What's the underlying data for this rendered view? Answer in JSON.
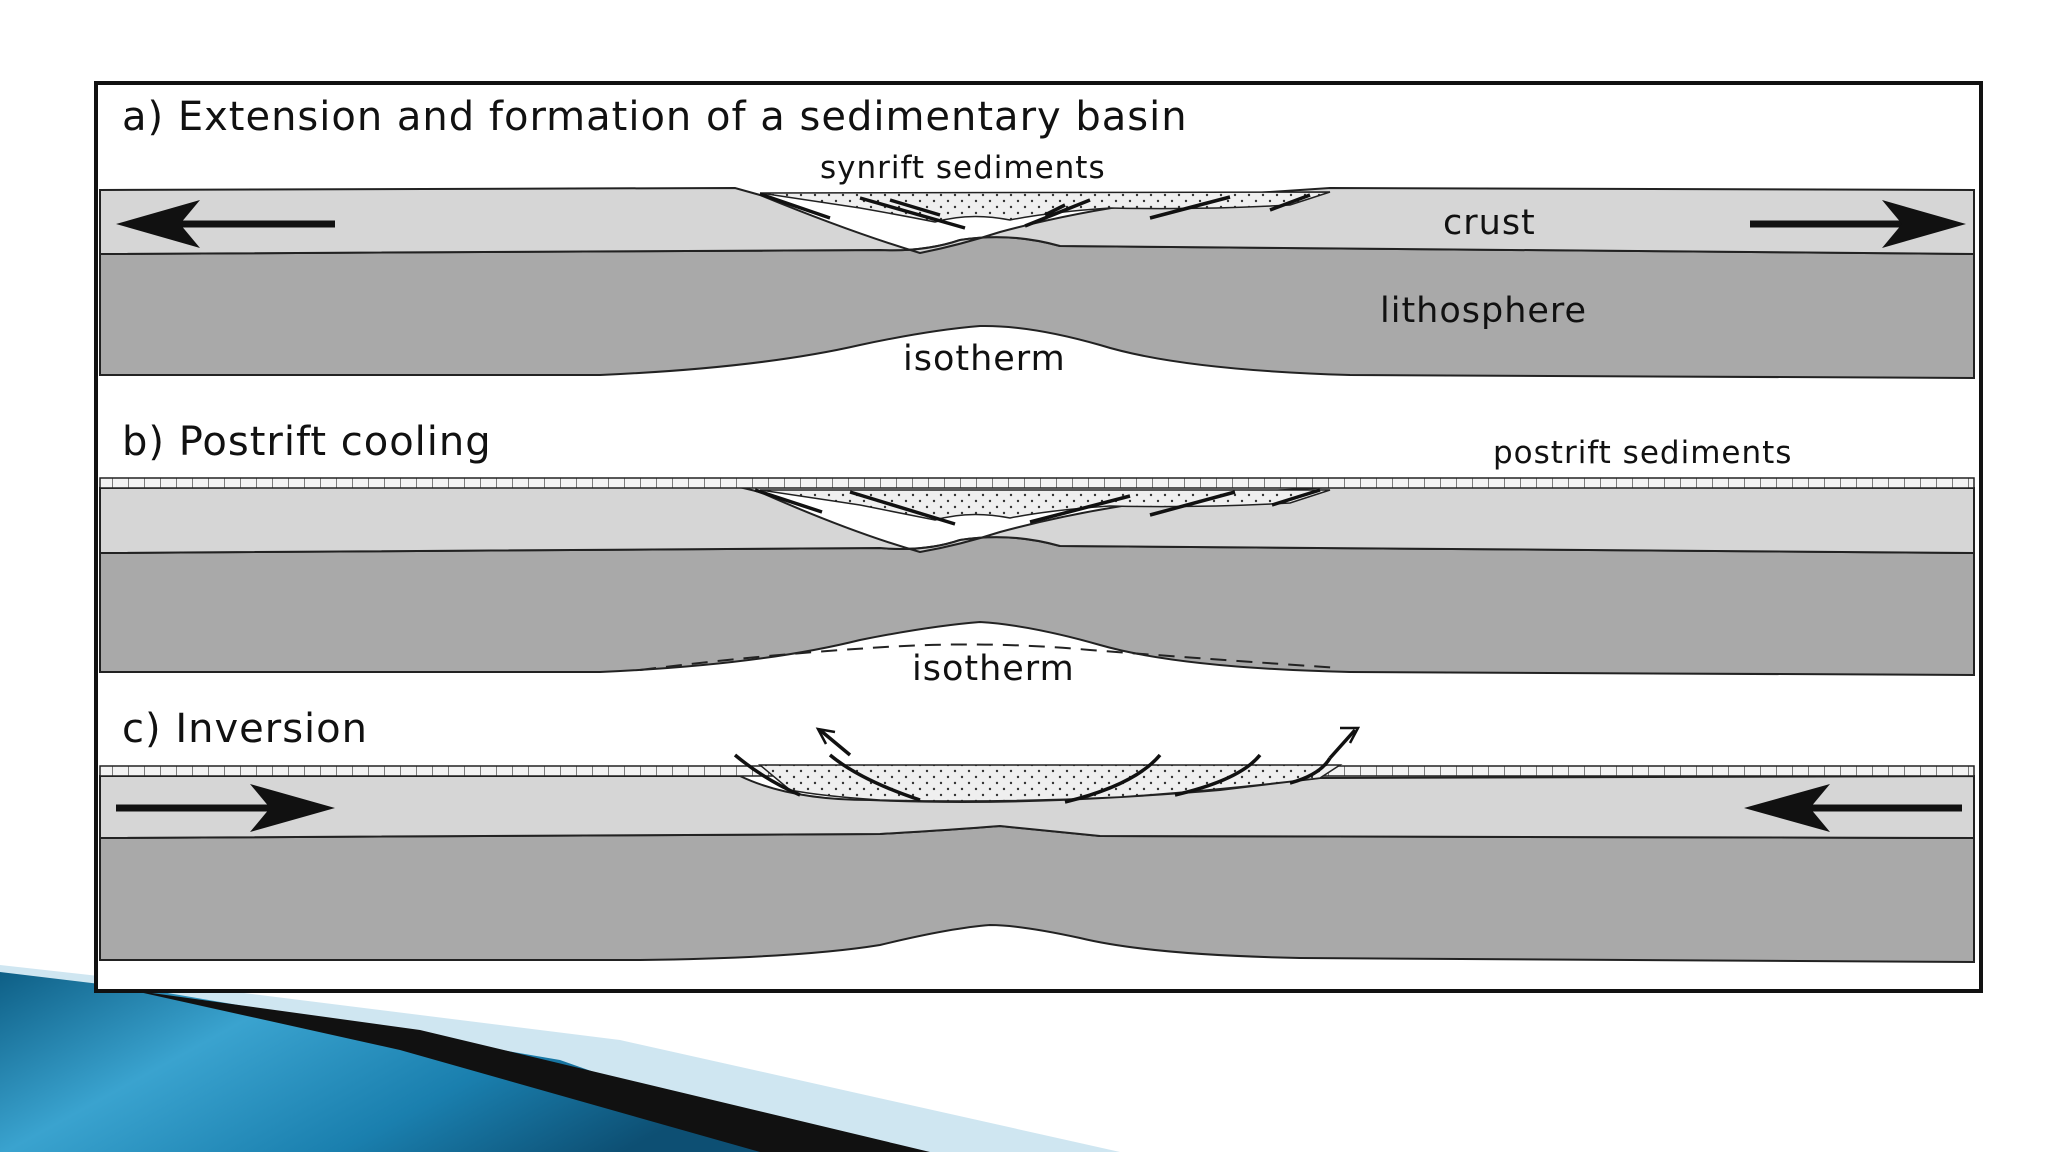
{
  "panels": {
    "a": {
      "title": "a) Extension and formation of a sedimentary basin",
      "synrift_label": "synrift sediments",
      "crust_label": "crust",
      "lithosphere_label": "lithosphere",
      "isotherm_label": "isotherm"
    },
    "b": {
      "title": "b) Postrift cooling",
      "postrift_label": "postrift sediments",
      "isotherm_label": "isotherm"
    },
    "c": {
      "title": "c) Inversion"
    }
  },
  "colors": {
    "crust": "#d6d6d6",
    "lithosphere": "#a9a9a9",
    "sediment": "#ececec",
    "slide_blue": "#3aa3cf"
  },
  "icons": [
    "left-arrow-icon",
    "right-arrow-icon"
  ]
}
